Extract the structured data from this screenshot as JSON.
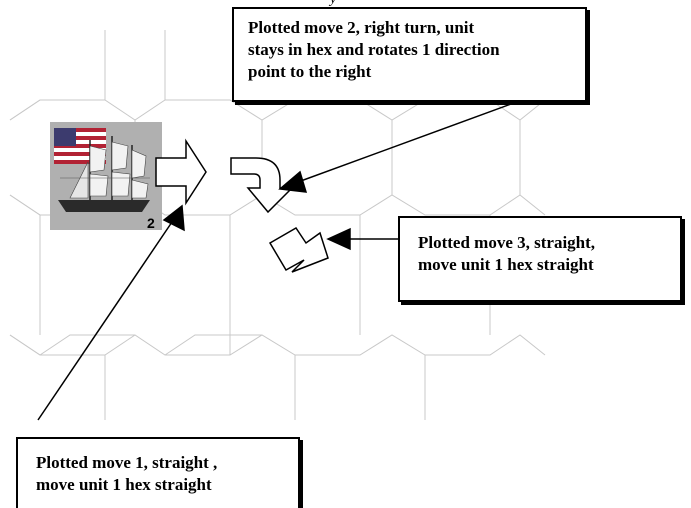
{
  "unit": {
    "name": "sailing-ship-counter",
    "flag": "us-flag",
    "counter_value": "2",
    "colors": {
      "counter_bg": "#b0b0b0",
      "flag_red": "#b22234",
      "flag_blue": "#3c3b6e"
    }
  },
  "icons": {
    "move1": "straight-arrow-icon",
    "move2": "right-turn-arrow-icon",
    "move3": "straight-arrow-icon"
  },
  "callouts": {
    "move2": {
      "lines": [
        "Plotted move 2, right turn, unit",
        "stays in hex and rotates 1 direction",
        "point to the right"
      ]
    },
    "move3": {
      "lines": [
        "Plotted move 3, straight,",
        "move unit 1 hex straight"
      ]
    },
    "move1": {
      "lines": [
        "Plotted move 1, straight ,",
        "move unit 1 hex straight"
      ]
    }
  },
  "top_glyph": "y",
  "colors": {
    "grid": "#c8c8c8",
    "ink": "#000000"
  }
}
